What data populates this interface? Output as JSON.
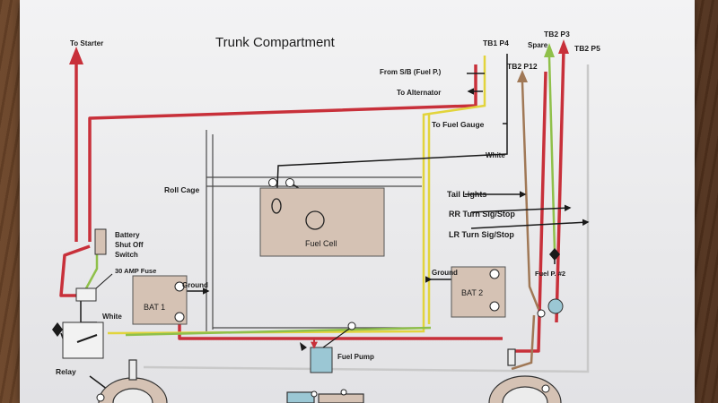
{
  "title": "Trunk Compartment",
  "labels": {
    "to_starter": "To Starter",
    "tb1_p4": "TB1 P4",
    "spare": "Spare",
    "tb2_p3": "TB2 P3",
    "tb2_p5": "TB2 P5",
    "tb2_p12": "TB2 P12",
    "from_sb": "From S/B (Fuel P.)",
    "to_alternator": "To Alternator",
    "to_fuel_gauge": "To Fuel Gauge",
    "white_top": "White",
    "roll_cage": "Roll Cage",
    "fuel_cell": "Fuel Cell",
    "tail_lights": "Tail Lights",
    "rr_turn": "RR Turn Sig/Stop",
    "lr_turn": "LR Turn Sig/Stop",
    "battery_switch_1": "Battery",
    "battery_switch_2": "Shut Off",
    "battery_switch_3": "Switch",
    "amp_fuse": "30 AMP Fuse",
    "ground_left": "Ground",
    "bat1": "BAT 1",
    "ground_right": "Ground",
    "bat2": "BAT 2",
    "fuel_p2": "Fuel P. #2",
    "white_left": "White",
    "relay": "Relay",
    "fuel_pump": "Fuel Pump"
  },
  "colors": {
    "red": "#c8303a",
    "yellow": "#e2d43c",
    "green": "#8fc04a",
    "brown": "#a07856",
    "gray": "#c9c9c9",
    "black": "#1a1a1a"
  }
}
